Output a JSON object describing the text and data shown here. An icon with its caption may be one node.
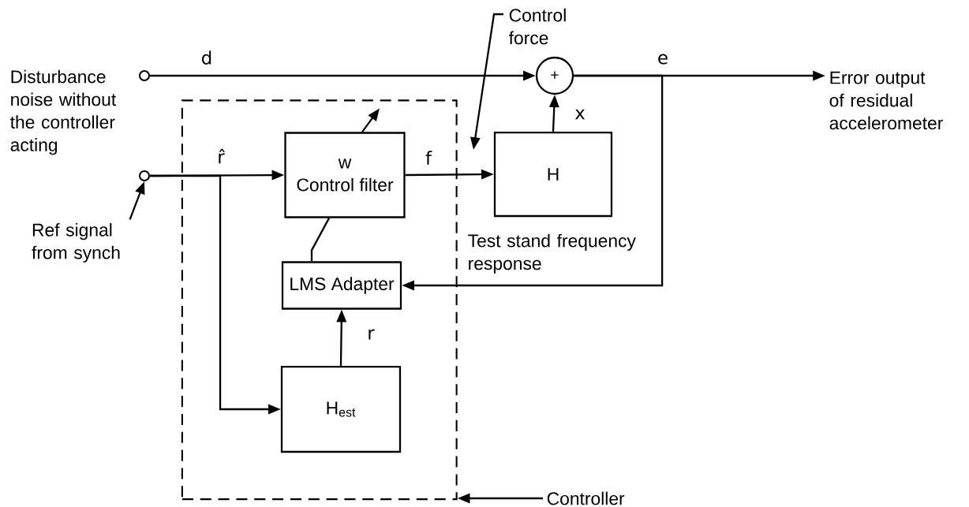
{
  "diagram": {
    "nodes": [
      {
        "text": [],
        "shape": "box"
      },
      {
        "text": [],
        "shape": "circle",
        "beside": [
          "Disturbance noise without the controller acting"
        ]
      },
      {
        "text": [],
        "shape": "circle"
      },
      {
        "text": [
          "Ref signal from synch"
        ]
      },
      {
        "text": [
          "w",
          "Control filter"
        ],
        "in": 0
      },
      {
        "text": [
          "LMS Adapter"
        ],
        "in": 0
      },
      {
        "text": [
          "H$_{est}$"
        ],
        "in": 0
      },
      {
        "text": [
          "+"
        ]
      },
      {
        "text": [
          "H"
        ],
        "beside": [
          "Test stand frequency response"
        ]
      },
      {
        "text": [
          "Error output of residual accelerometer"
        ]
      },
      {
        "text": [
          "Control force"
        ]
      },
      {
        "text": [
          "Controller"
        ]
      }
    ],
    "edges": [
      {
        "from": 1,
        "to": 7,
        "arrow": "to",
        "label": "d"
      },
      {
        "from": 2,
        "to": 4,
        "arrow": "to",
        "label": "r̂"
      },
      {
        "from": 2,
        "to": 6,
        "arrow": "to"
      },
      {
        "from": 4,
        "to": 8,
        "arrow": "to",
        "label": "f"
      },
      {
        "from": 8,
        "to": 7,
        "arrow": "to",
        "label": "x"
      },
      {
        "from": 7,
        "to": 9,
        "arrow": "to",
        "label": "e"
      },
      {
        "from": 7,
        "to": 5,
        "arrow": "to"
      },
      {
        "from": 6,
        "to": 5,
        "arrow": "to",
        "label": "r"
      },
      {
        "from": 5,
        "to": 4,
        "arrow": "none"
      },
      {
        "from": 3,
        "to": 2,
        "arrow": "to"
      },
      {
        "from": 10,
        "to": null,
        "arrow": "to"
      },
      {
        "from": 11,
        "to": 0,
        "arrow": "to"
      }
    ]
  }
}
